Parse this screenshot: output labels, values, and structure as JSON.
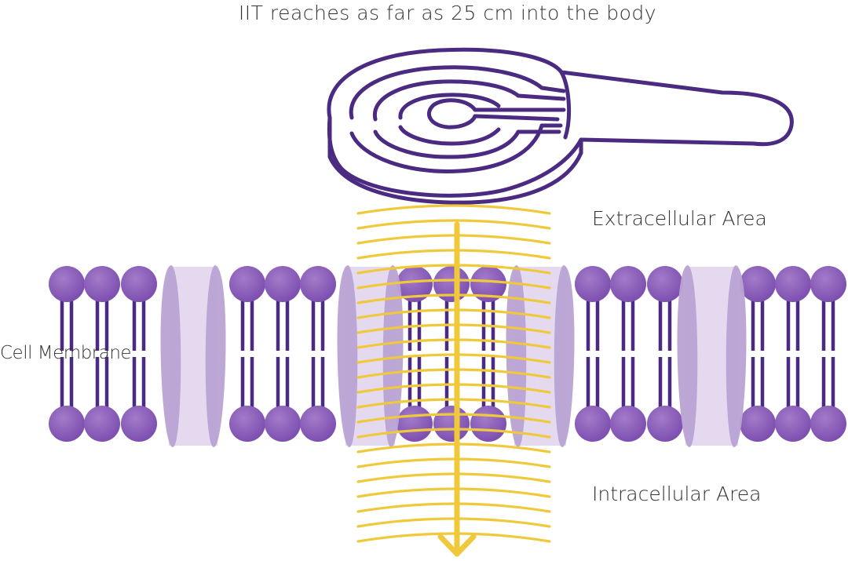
{
  "labels": {
    "title": "IIT reaches as far as 25 cm into the body",
    "extracellular": "Extracellular Area",
    "intracellular": "Intracellular Area",
    "membrane": "Cell Membrane"
  },
  "colors": {
    "device_outline": "#4b2a82",
    "lipid_head": "#8a5cb8",
    "lipid_tail": "#4b2a82",
    "protein_light": "#e3d6ee",
    "protein_dark": "#b9a3d3",
    "field_wave": "#f0c93a",
    "field_arrow": "#f0c93a"
  },
  "icons": {
    "device": "magnetic-coil-device-icon",
    "arrow": "arrow-down-icon"
  }
}
